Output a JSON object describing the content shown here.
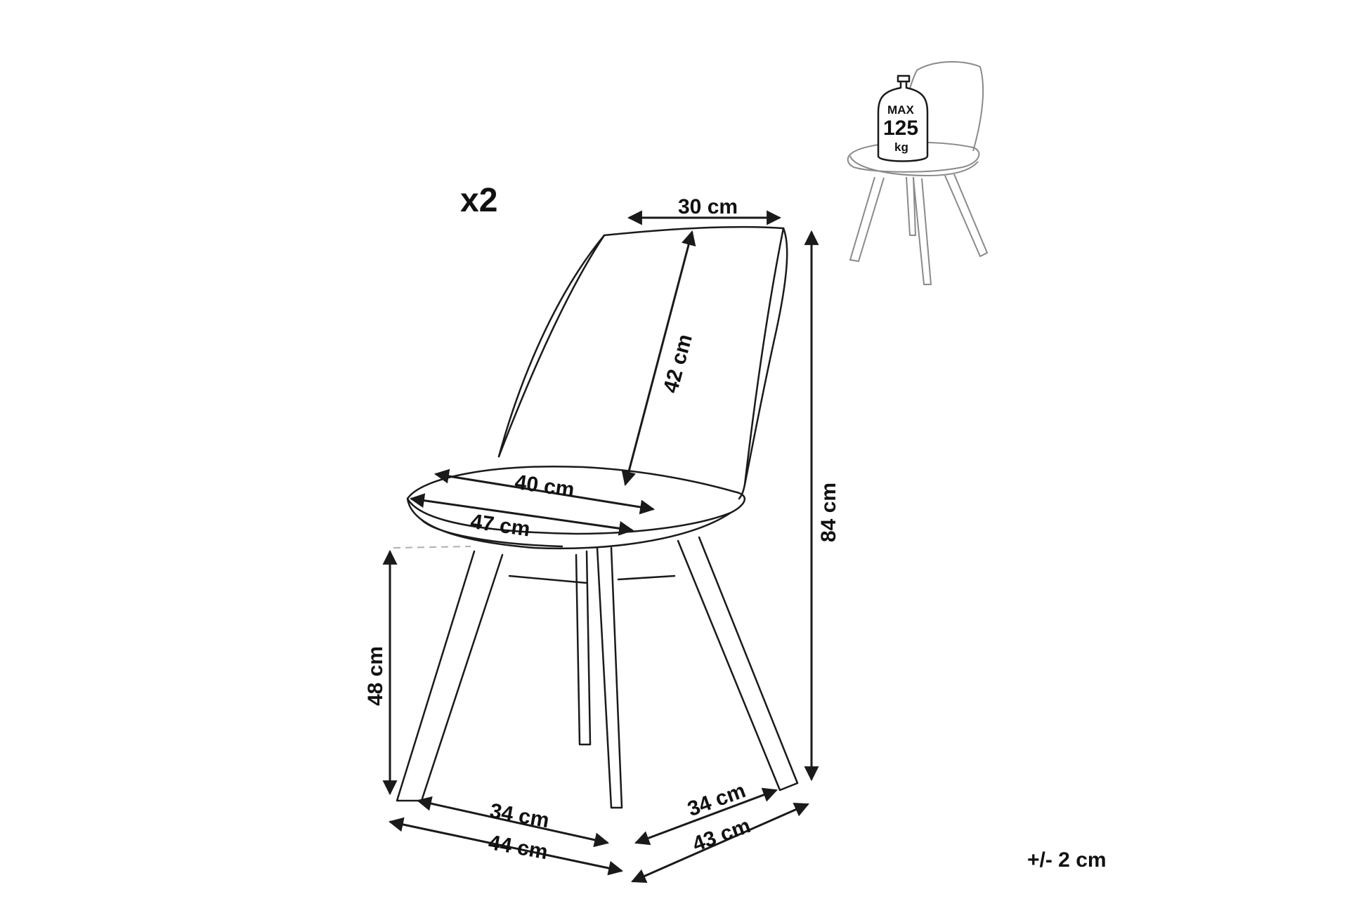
{
  "quantity": "x2",
  "dimensions": {
    "backrest_width": "30 cm",
    "backrest_height": "42 cm",
    "total_height": "84 cm",
    "seat_width_inner": "40 cm",
    "seat_width_outer": "47 cm",
    "seat_height": "48 cm",
    "front_inner": "34 cm",
    "front_outer": "44 cm",
    "side_inner": "34 cm",
    "side_outer": "43 cm"
  },
  "tolerance": "+/- 2 cm",
  "load_badge": {
    "line1": "MAX",
    "line2": "125",
    "line3": "kg"
  },
  "colors": {
    "ink": "#1a1a1a",
    "faint": "#8a8a8a",
    "dashed": "#b0b0b0"
  }
}
